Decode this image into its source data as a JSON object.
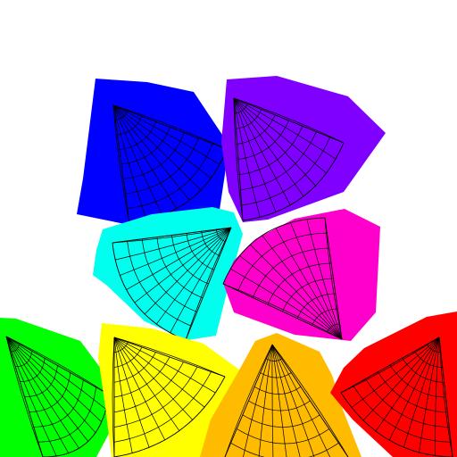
{
  "canvas": {
    "background": "#ffffff"
  },
  "pieces": [
    {
      "name": "blue-piece",
      "color": "#0000ff"
    },
    {
      "name": "violet-piece",
      "color": "#7f00ff"
    },
    {
      "name": "cyan-piece",
      "color": "#00ffee"
    },
    {
      "name": "magenta-piece",
      "color": "#ff00cc"
    },
    {
      "name": "green-piece",
      "color": "#00ff00"
    },
    {
      "name": "yellow-piece",
      "color": "#ffff00"
    },
    {
      "name": "orange-piece",
      "color": "#ffbb00"
    },
    {
      "name": "red-piece",
      "color": "#ff0000"
    }
  ],
  "mesh": {
    "rings": 8,
    "spokes": 8,
    "stroke": "#000000"
  }
}
